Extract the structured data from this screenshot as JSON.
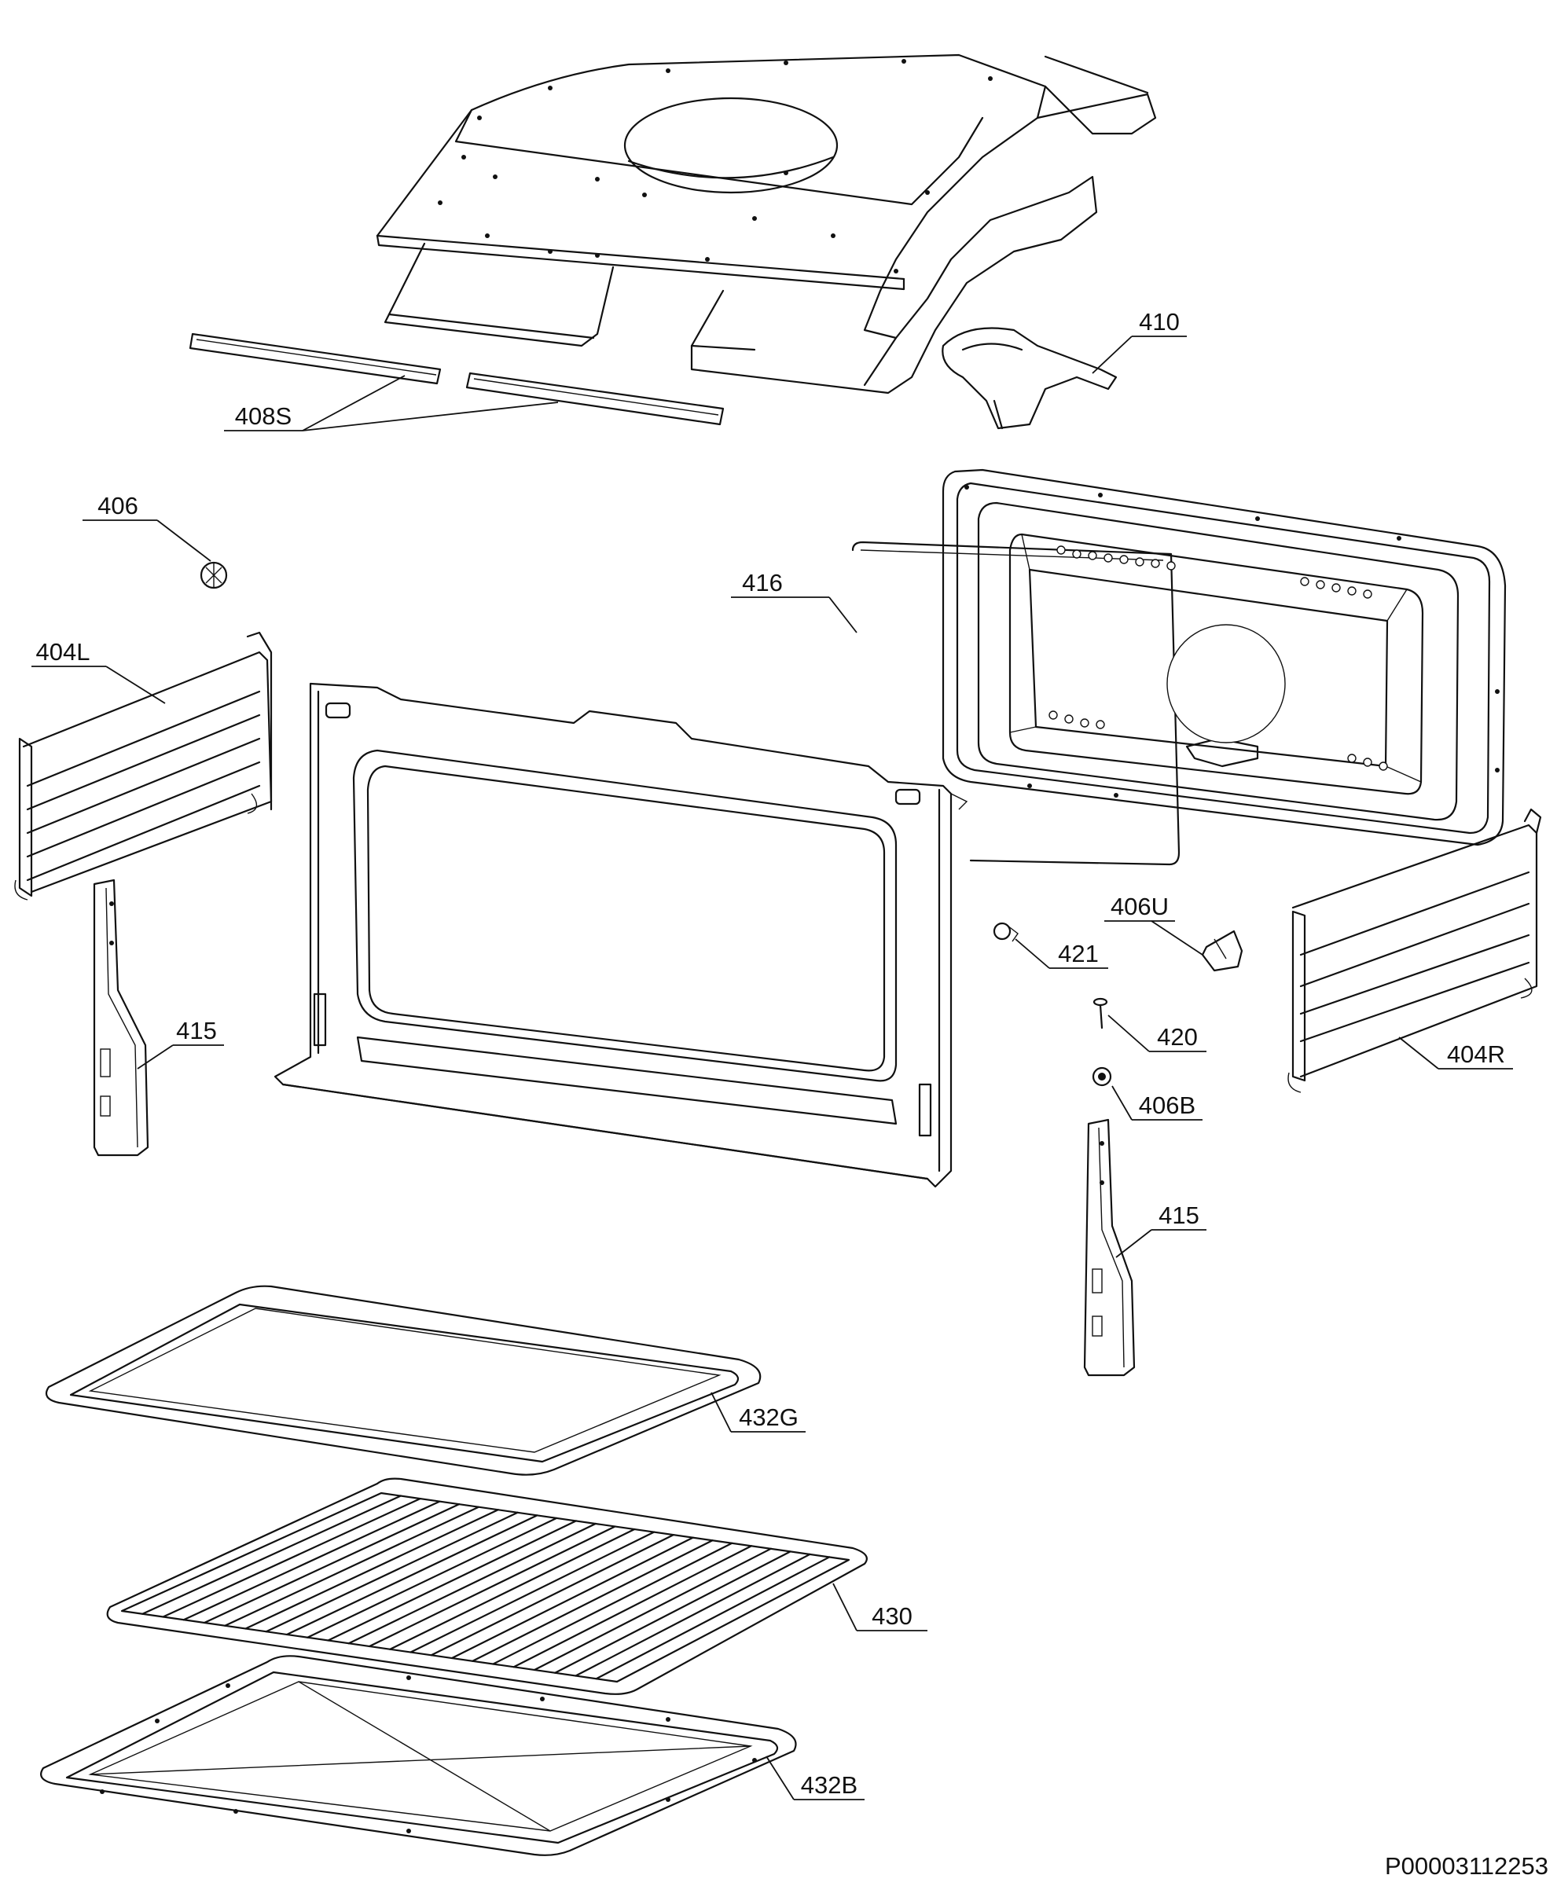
{
  "labels": {
    "p410": "410",
    "p408S": "408S",
    "p406": "406",
    "p416": "416",
    "p404L": "404L",
    "p406U": "406U",
    "p421": "421",
    "p415a": "415",
    "p420": "420",
    "p404R": "404R",
    "p406B": "406B",
    "p415b": "415",
    "p432G": "432G",
    "p430": "430",
    "p432B": "432B"
  },
  "footer": {
    "code": "P00003112253"
  }
}
